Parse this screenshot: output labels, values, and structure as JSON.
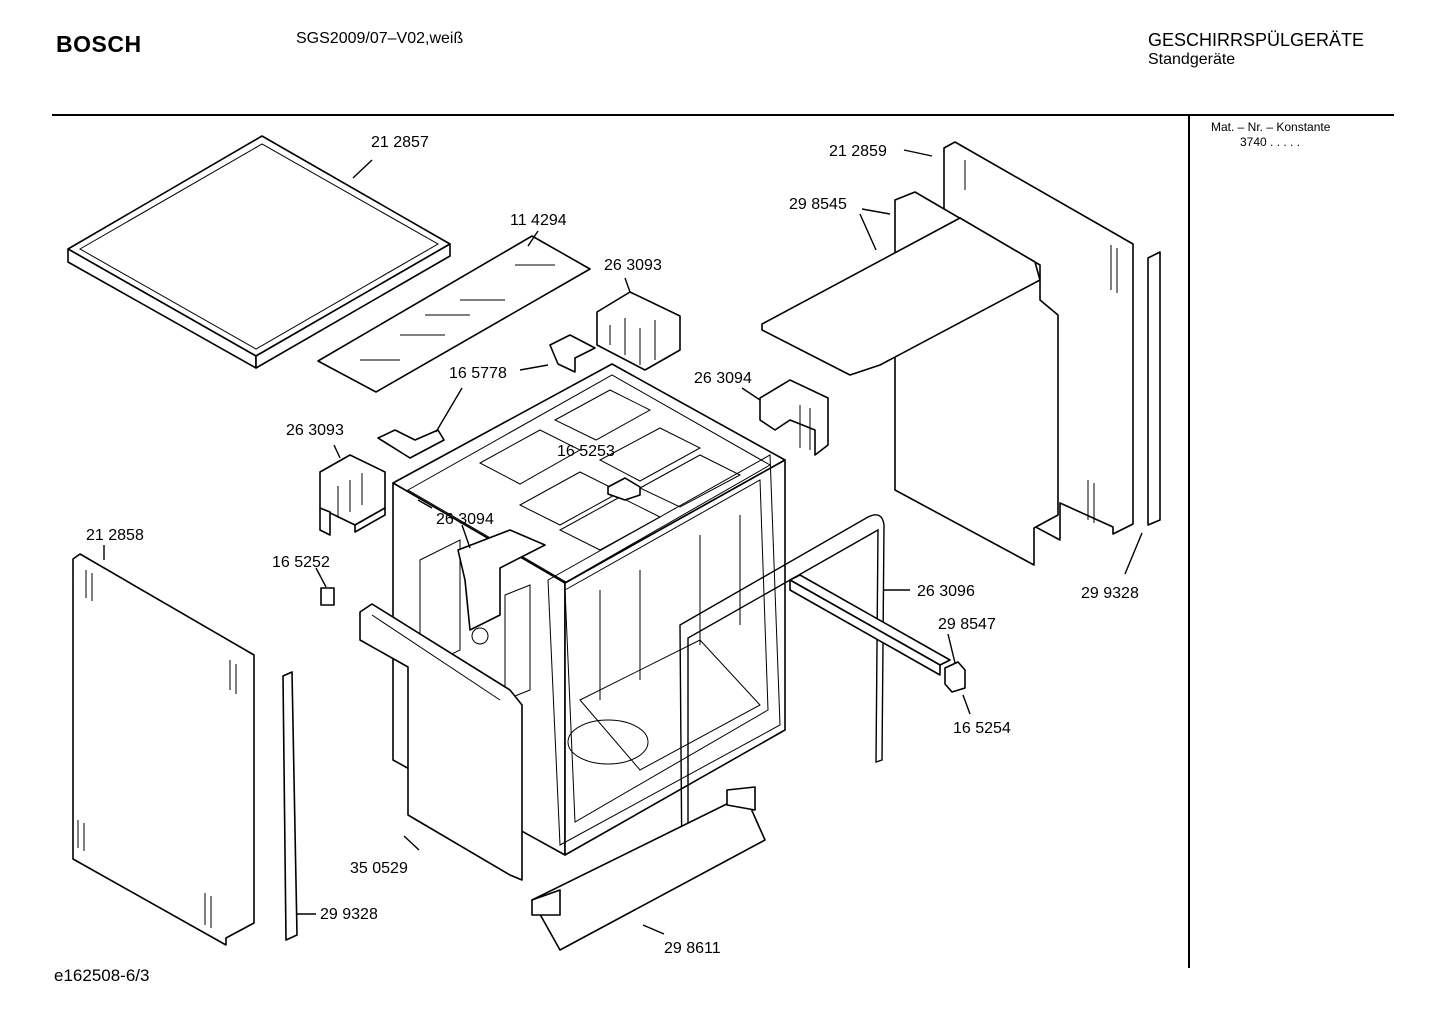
{
  "header": {
    "brand": "BOSCH",
    "model": "SGS2009/07–V02,weiß",
    "category": "GESCHIRRSPÜLGERÄTE",
    "subcategory": "Standgeräte"
  },
  "sidebar": {
    "mat_label": "Mat. – Nr. – Konstante",
    "mat_value": "3740  .  .  .  .  ."
  },
  "footer": {
    "drawing_id": "e162508-6/3"
  },
  "parts": [
    {
      "label": "21 2857"
    },
    {
      "label": "11 4294"
    },
    {
      "label": "26 3093"
    },
    {
      "label": "16 5778"
    },
    {
      "label": "26 3094"
    },
    {
      "label": "26 3093"
    },
    {
      "label": "16 5253"
    },
    {
      "label": "26 3094"
    },
    {
      "label": "21 2858"
    },
    {
      "label": "16 5252"
    },
    {
      "label": "21 2859"
    },
    {
      "label": "29 8545"
    },
    {
      "label": "26 3096"
    },
    {
      "label": "29 9328"
    },
    {
      "label": "29 8547"
    },
    {
      "label": "16 5254"
    },
    {
      "label": "35 0529"
    },
    {
      "label": "29 9328"
    },
    {
      "label": "29 8611"
    }
  ]
}
